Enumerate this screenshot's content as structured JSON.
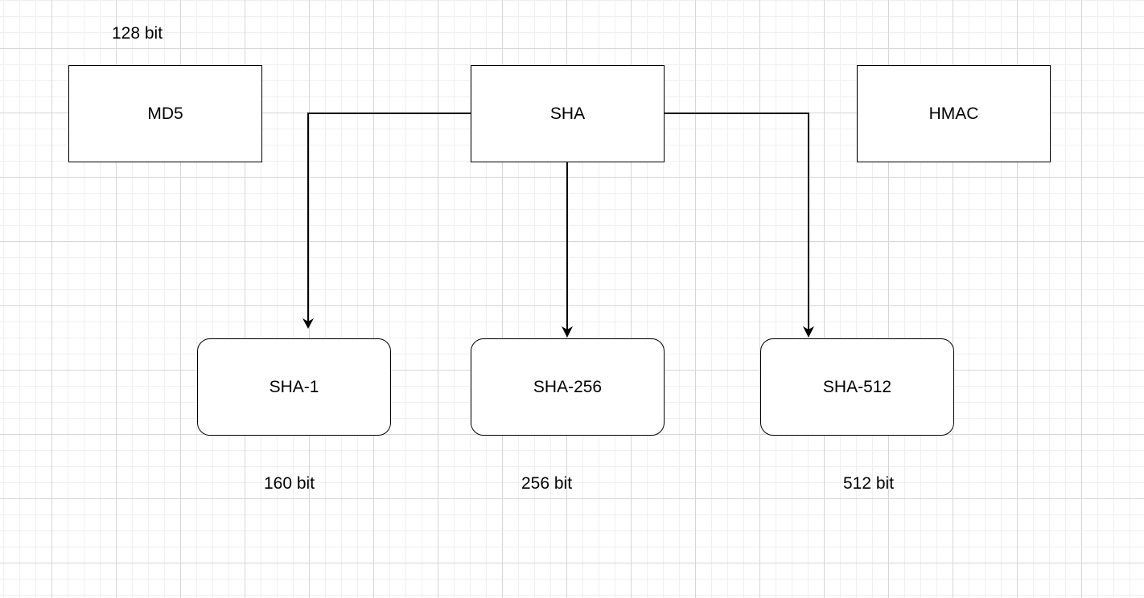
{
  "nodes": {
    "md5": "MD5",
    "sha": "SHA",
    "hmac": "HMAC",
    "sha1": "SHA-1",
    "sha256": "SHA-256",
    "sha512": "SHA-512"
  },
  "labels": {
    "md5_size": "128 bit",
    "sha1_size": "160 bit",
    "sha256_size": "256 bit",
    "sha512_size": "512 bit"
  },
  "edges": [
    {
      "from": "SHA",
      "to": "SHA-1"
    },
    {
      "from": "SHA",
      "to": "SHA-256"
    },
    {
      "from": "SHA",
      "to": "SHA-512"
    }
  ]
}
